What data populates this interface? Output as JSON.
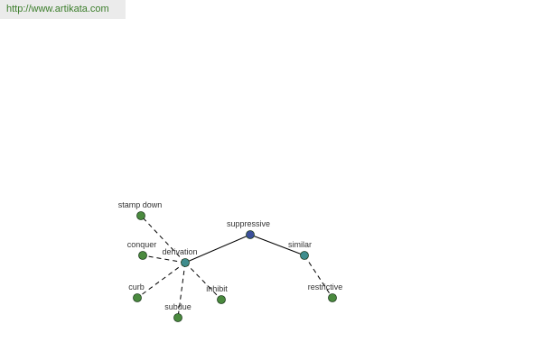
{
  "header": {
    "url": "http://www.artikata.com"
  },
  "colors": {
    "url_bar_bg": "#ebebeb",
    "url_text": "#3b7d2a",
    "center_node": "#3b4f9a",
    "hub_node": "#3f8d8d",
    "leaf_node": "#4a8a3e",
    "edge": "#000000",
    "label": "#333333"
  },
  "graph": {
    "nodes": [
      {
        "id": "suppressive",
        "label": "suppressive",
        "kind": "center"
      },
      {
        "id": "derivation",
        "label": "derivation",
        "kind": "hub"
      },
      {
        "id": "similar",
        "label": "similar",
        "kind": "hub"
      },
      {
        "id": "stamp-down",
        "label": "stamp down",
        "kind": "leaf"
      },
      {
        "id": "conquer",
        "label": "conquer",
        "kind": "leaf"
      },
      {
        "id": "curb",
        "label": "curb",
        "kind": "leaf"
      },
      {
        "id": "subdue",
        "label": "subdue",
        "kind": "leaf"
      },
      {
        "id": "inhibit",
        "label": "inhibit",
        "kind": "leaf"
      },
      {
        "id": "restrictive",
        "label": "restrictive",
        "kind": "leaf"
      }
    ],
    "edges": [
      {
        "from": "suppressive",
        "to": "derivation",
        "style": "solid"
      },
      {
        "from": "suppressive",
        "to": "similar",
        "style": "solid"
      },
      {
        "from": "derivation",
        "to": "stamp-down",
        "style": "dashed"
      },
      {
        "from": "derivation",
        "to": "conquer",
        "style": "dashed"
      },
      {
        "from": "derivation",
        "to": "curb",
        "style": "dashed"
      },
      {
        "from": "derivation",
        "to": "subdue",
        "style": "dashed"
      },
      {
        "from": "derivation",
        "to": "inhibit",
        "style": "dashed"
      },
      {
        "from": "similar",
        "to": "restrictive",
        "style": "dashed"
      }
    ]
  }
}
